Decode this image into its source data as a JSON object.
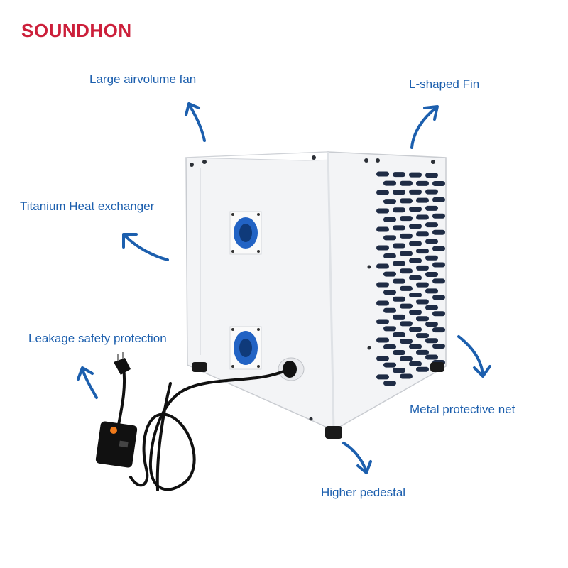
{
  "brand": {
    "name": "SOUNDHON",
    "color": "#cc1f3a"
  },
  "label_color": "#1c5fae",
  "features": [
    {
      "id": "fan",
      "text": "Large airvolume fan",
      "arrow_direction": "up"
    },
    {
      "id": "fin",
      "text": "L-shaped  Fin",
      "arrow_direction": "up-right"
    },
    {
      "id": "exchanger",
      "text": "Titanium Heat exchanger",
      "arrow_direction": "up-left"
    },
    {
      "id": "leakage",
      "text": "Leakage safety protection",
      "arrow_direction": "up-left"
    },
    {
      "id": "net",
      "text": "Metal protective net",
      "arrow_direction": "down-right"
    },
    {
      "id": "pedestal",
      "text": "Higher pedestal",
      "arrow_direction": "down-right"
    }
  ],
  "product": {
    "body_color": "#f3f4f6",
    "grille_color": "#1f2c45",
    "port_color": "#2263c4",
    "cable_color": "#111111"
  }
}
